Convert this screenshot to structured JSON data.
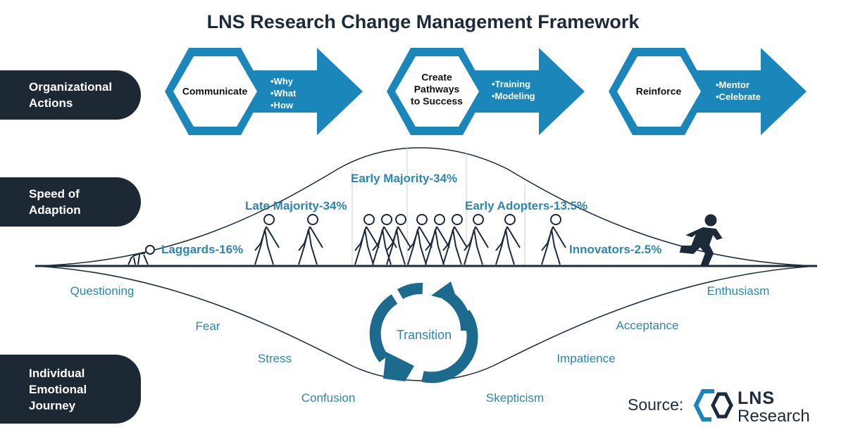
{
  "title": "LNS Research Change Management Framework",
  "rows": [
    {
      "id": "organizational-actions",
      "lines": [
        "Organizational",
        "Actions"
      ]
    },
    {
      "id": "speed-of-adaption",
      "lines": [
        "Speed of",
        "Adaption"
      ]
    },
    {
      "id": "individual-emotional-journey",
      "lines": [
        "Individual",
        "Emotional",
        "Journey"
      ]
    }
  ],
  "actions": [
    {
      "title_lines": [
        "Communicate"
      ],
      "bullets": [
        "•Why",
        "•What",
        "•How"
      ]
    },
    {
      "title_lines": [
        "Create",
        "Pathways",
        "to Success"
      ],
      "bullets": [
        "•Training",
        "•Modeling"
      ]
    },
    {
      "title_lines": [
        "Reinforce"
      ],
      "bullets": [
        "•Mentor",
        "•Celebrate"
      ]
    }
  ],
  "adoption_groups": {
    "early_majority": "Early Majority-34%",
    "late_majority": "Late Majority-34%",
    "early_adopters": "Early Adopters-13.5%",
    "laggards": "Laggards-16%",
    "innovators": "Innovators-2.5%"
  },
  "emotions": {
    "questioning": "Questioning",
    "fear": "Fear",
    "stress": "Stress",
    "confusion": "Confusion",
    "skepticism": "Skepticism",
    "impatience": "Impatience",
    "acceptance": "Acceptance",
    "enthusiasm": "Enthusiasm"
  },
  "transition": "Transition",
  "source": {
    "label": "Source:",
    "brand_top": "LNS",
    "brand_bottom": "Research"
  },
  "colors": {
    "navy": "#1d2835",
    "blue": "#1a86b9",
    "text_blue": "#2b86b3",
    "hex_border": "#1a86b9"
  }
}
